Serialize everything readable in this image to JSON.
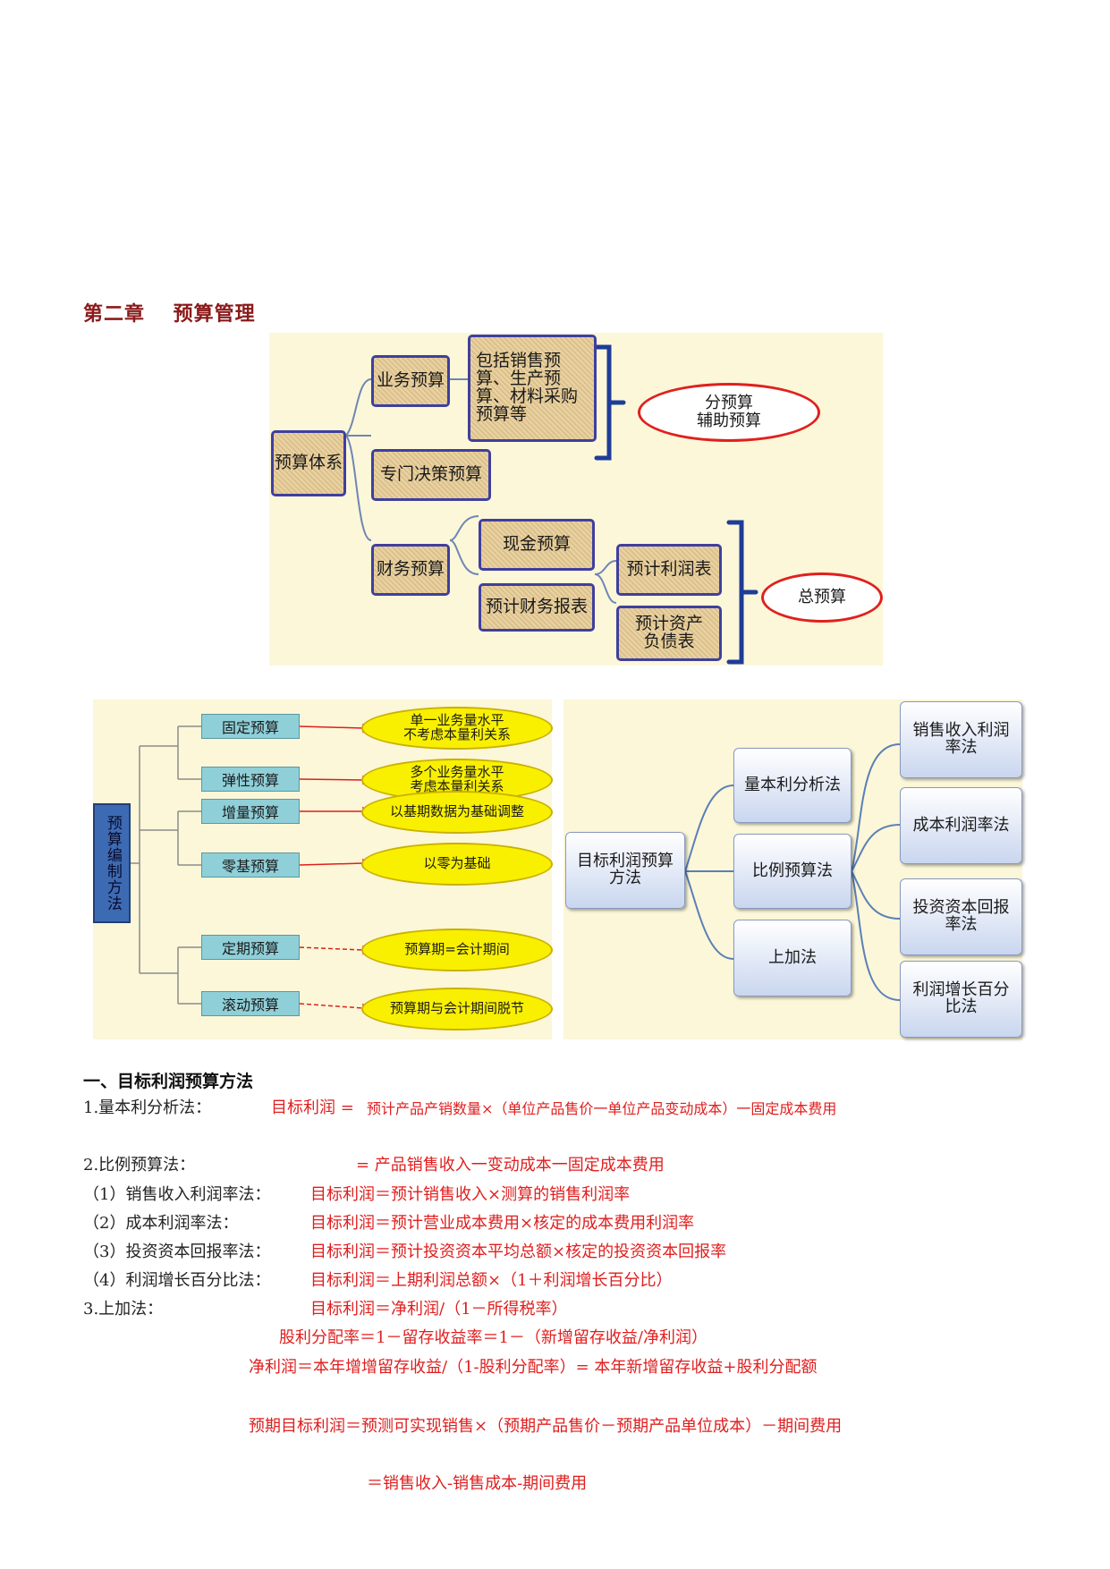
{
  "chapter_title": "第二章　 预算管理",
  "diagram1": {
    "root": "预算体系",
    "business": "业务预算",
    "business_detail": "包括销售预算、生产预算、材料采购预算等",
    "special": "专门决策预算",
    "financial": "财务预算",
    "cash": "现金预算",
    "fin_statements": "预计财务报表",
    "profit_statement": "预计利润表",
    "balance_sheet": "预计资产负债表",
    "sub_budget": "分预算\n辅助预算",
    "master_budget": "总预算"
  },
  "diagram2": {
    "root": "预算编制方法",
    "methods": [
      {
        "name": "固定预算",
        "desc": "单一业务量水平\n不考虑本量利关系"
      },
      {
        "name": "弹性预算",
        "desc": "多个业务量水平\n考虑本量利关系"
      },
      {
        "name": "增量预算",
        "desc": "以基期数据为基础调整"
      },
      {
        "name": "零基预算",
        "desc": "以零为基础"
      },
      {
        "name": "定期预算",
        "desc": "预算期=会计期间"
      },
      {
        "name": "滚动预算",
        "desc": "预算期与会计期间脱节"
      }
    ]
  },
  "diagram3": {
    "root": "目标利润预算\n方法",
    "cvp": "量本利分析法",
    "ratio": "比例预算法",
    "markup": "上加法",
    "sales_ratio": "销售收入利润\n率法",
    "cost_ratio": "成本利润率法",
    "roi": "投资资本回报\n率法",
    "growth": "利润增长百分\n比法"
  },
  "text": {
    "section_title": "一、目标利润预算方法",
    "l1_label": "1.量本利分析法：",
    "l1_formula_a": "目标利润 = ",
    "l1_formula_b": "预计产品产销数量×（单位产品售价一单位产品变动成本）一固定成本费用",
    "l2_label": "2.比例预算法：",
    "l2_formula": "= 产品销售收入一变动成本一固定成本费用",
    "l3_label": "（1）销售收入利润率法：",
    "l3_formula": "目标利润＝预计销售收入×测算的销售利润率",
    "l4_label": "（2）成本利润率法：",
    "l4_formula": "目标利润＝预计营业成本费用×核定的成本费用利润率",
    "l5_label": "（3）投资资本回报率法：",
    "l5_formula": "目标利润＝预计投资资本平均总额×核定的投资资本回报率",
    "l6_label": "（4）利润增长百分比法：",
    "l6_formula": "目标利润＝上期利润总额×（1＋利润增长百分比）",
    "l7_label": "3.上加法：",
    "l7_formula": "目标利润＝净利润/（1－所得税率）",
    "l8_formula": "股利分配率＝1－留存收益率＝1－（新增留存收益/净利润）",
    "l9_formula": "净利润＝本年增增留存收益/（1-股利分配率）= 本年新增留存收益+股利分配额",
    "l10_formula": "预期目标利润＝预测可实现销售×（预期产品售价－预期产品单位成本）－期间费用",
    "l11_formula": "＝销售收入-销售成本-期间费用"
  }
}
